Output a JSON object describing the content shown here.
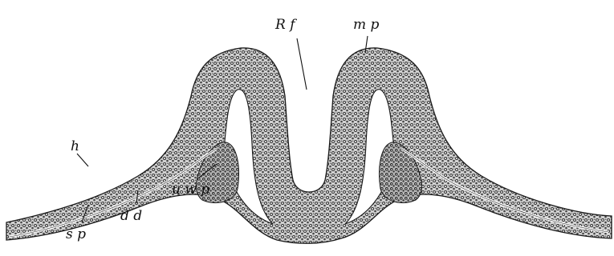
{
  "labels": {
    "rf": "R f",
    "mp": "m p",
    "h": "h",
    "dd": "d d",
    "uwp": "u w p",
    "sp": "s p"
  },
  "colors": {
    "background": "#ffffff",
    "tissue_fill": "#cfcfcf",
    "tissue_stipple": "#3a3a3a",
    "outline": "#1a1a1a",
    "lumen": "#ffffff"
  }
}
